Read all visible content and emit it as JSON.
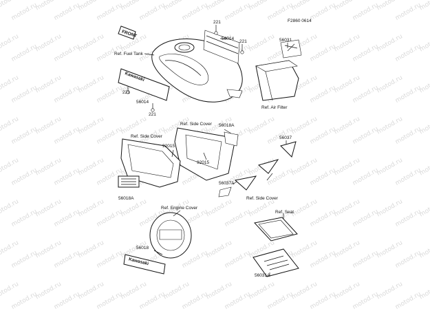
{
  "watermark": "motod.ru",
  "figure_code": "F2860 0614",
  "labels": {
    "front": "FRONT",
    "fuel_tank": "Ref. Fuel Tank",
    "p221_a": "221",
    "p56014_a": "56014",
    "p221_b": "221",
    "p56031": "56031",
    "air_filter": "Ref. Air Filter",
    "p221_c": "221",
    "p56014_b": "56014",
    "p221_d": "221",
    "side_cover_r": "Ref. Side Cover",
    "p56018A_a": "56018A",
    "side_cover_l": "Ref. Side Cover",
    "p92015_a": "92015",
    "p92015_b": "92015",
    "p56037": "56037",
    "p56037A": "56037A",
    "side_cover_bottom": "Ref. Side Cover",
    "p56018A_b": "56018A",
    "engine_cover": "Ref. Engine Cover",
    "p56018": "56018",
    "seat": "Ref. Seat",
    "p56031A": "56031A",
    "decal_tank": "Kawasaki",
    "decal_engine": "Kawasaki"
  }
}
